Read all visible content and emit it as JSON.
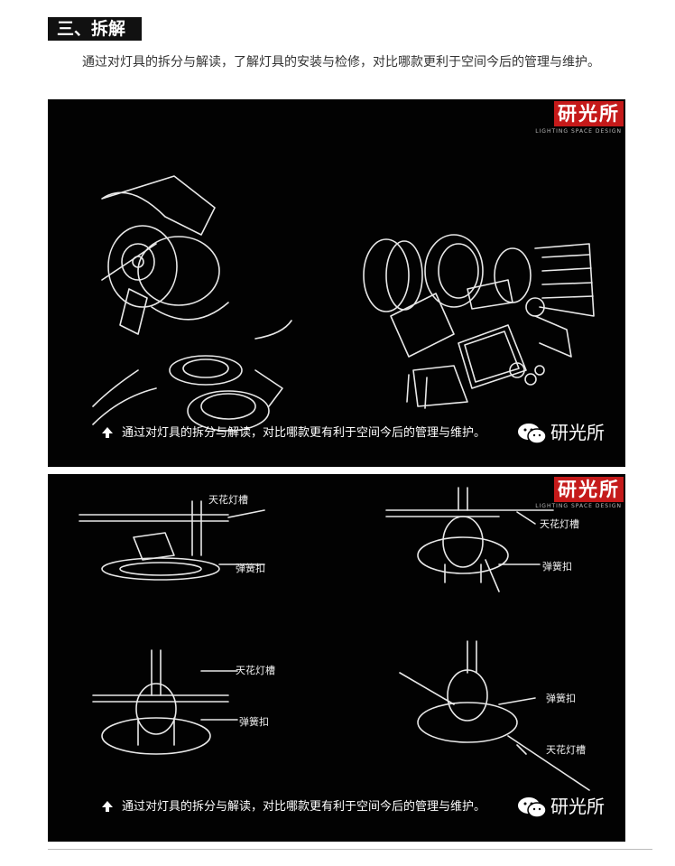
{
  "section": {
    "heading": "三、拆解",
    "paragraph": "通过对灯具的拆分与解读，了解灯具的安装与检修，对比哪款更利于空间今后的管理与维护。"
  },
  "panels": [
    {
      "brand": "研光所",
      "brand_sub": "LIGHTING SPACE DESIGN",
      "caption": "通过对灯具的拆分与解读，对比哪款更有利于空间今后的管理与维护。",
      "wechat_name": "研光所"
    },
    {
      "brand": "研光所",
      "brand_sub": "LIGHTING SPACE DESIGN",
      "caption": "通过对灯具的拆分与解读，对比哪款更有利于空间今后的管理与维护。",
      "wechat_name": "研光所",
      "labels": {
        "tl_ceiling": "天花灯槽",
        "tl_spring": "弹簧扣",
        "tr_ceiling": "天花灯槽",
        "tr_spring": "弹簧扣",
        "bl_ceiling": "天花灯槽",
        "bl_spring": "弹簧扣",
        "br_spring": "弹簧扣",
        "br_ceiling": "天花灯槽"
      }
    }
  ]
}
